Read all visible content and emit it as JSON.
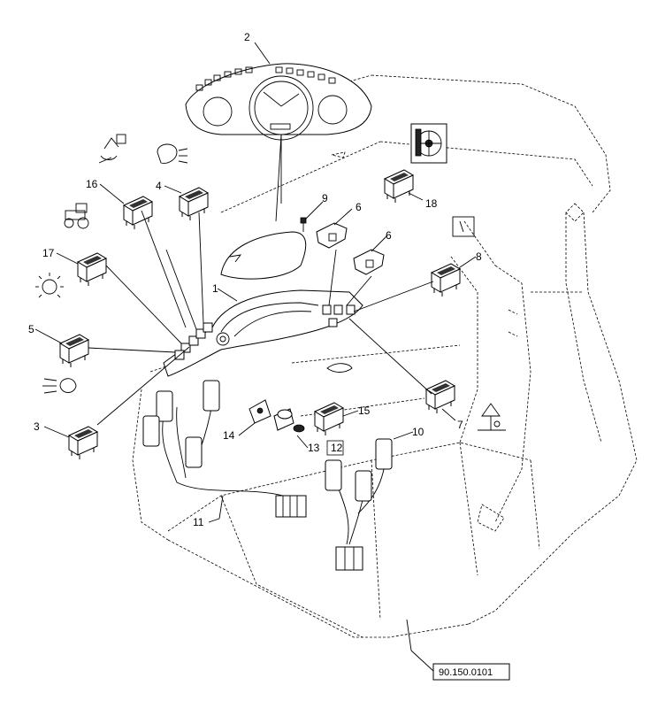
{
  "diagram": {
    "callouts": {
      "c1": "1",
      "c2": "2",
      "c3": "3",
      "c4": "4",
      "c5": "5",
      "c6a": "6",
      "c6b": "6",
      "c7": "7",
      "c8": "8",
      "c9": "9",
      "c10": "10",
      "c11": "11",
      "c12": "12",
      "c13": "13",
      "c14": "14",
      "c15": "15",
      "c16": "16",
      "c17": "17",
      "c18": "18"
    },
    "reference_code": "90.150.0101"
  }
}
